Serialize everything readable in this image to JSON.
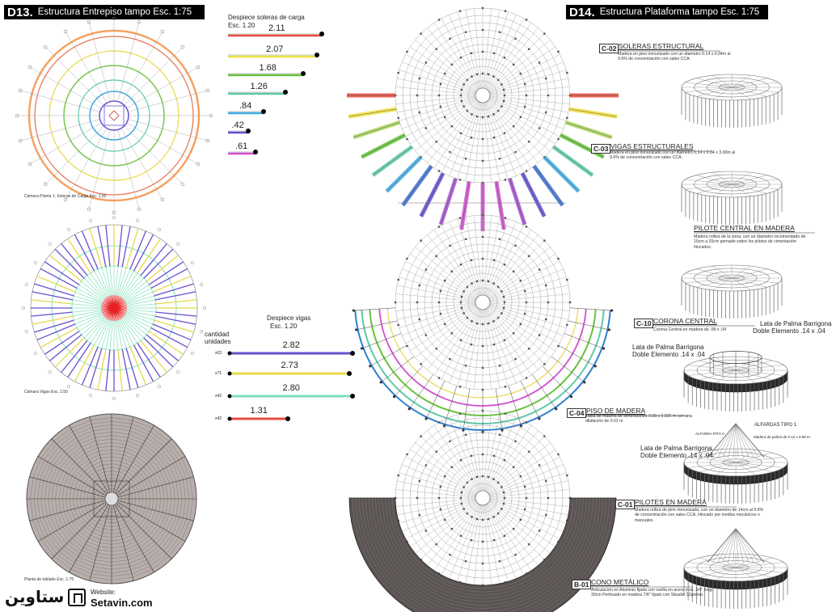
{
  "left_panel": {
    "code": "D13.",
    "title": "Estructura Entrepiso tampo Esc. 1:75",
    "tiny_labels": [
      "Cámara Planta 1: Soleras de Carga Esc. 1:50",
      "Cámara Vigas Esc. 1:50",
      "Planta de tablado Esc. 1:75"
    ],
    "soleras": {
      "heading": "Despiece soleras de carga",
      "scale": "Esc. 1.20",
      "values": [
        "2.11",
        "2.07",
        "1.68",
        "1.26",
        ".84",
        ".42",
        ".61"
      ],
      "colors": [
        "#e74c3c",
        "#f0e040",
        "#67c23a",
        "#5cc9a7",
        "#3fa9e0",
        "#5b4fcf",
        "#d04fcf"
      ]
    },
    "vigas": {
      "heading": "Despiece vigas",
      "scale": "Esc. 1.20",
      "units_label": "cantidad unidades",
      "items": [
        {
          "qty": "x63",
          "value": "2.82",
          "color": "#6a4fcf"
        },
        {
          "qty": "x71",
          "value": "2.73",
          "color": "#e8d84a"
        },
        {
          "qty": "x42",
          "value": "2.80",
          "color": "#7de0b8"
        },
        {
          "qty": "x42",
          "value": "1.31",
          "color": "#e74c3c"
        }
      ]
    }
  },
  "right_panel": {
    "code": "D14.",
    "title": "Estructura Plataforma tampo Esc. 1:75",
    "annotations": [
      {
        "code": "C-02",
        "heading": "SOLERAS ESTRUCTURAL",
        "body": "Madera en pino inmunizado con un diametro 0.14 x 0.04m al 9.6% de concentración con sales CCA."
      },
      {
        "code": "C-03",
        "heading": "VIGAS ESTRUCTURALES",
        "body": "Madera en pino inmunizado con un diametro 0.14 x 0.04 x 3.00m al 9.6% de concentración con sales CCA."
      },
      {
        "code": "",
        "heading": "PILOTE CENTRAL EN MADERA",
        "body": "Madera rolliza de la zona, con un diametro recomendado de 15cm a 20cm pernado sobre los pilotes de cimentación hincados."
      },
      {
        "code": "C-10",
        "heading": "CORONA CENTRAL",
        "body": "Corona Central en madera de .08 x .04"
      },
      {
        "code": "C-04",
        "heading": "PISO DE MADERA",
        "body": "Tabla de madera de dimensiones 0.08 x 0.025 m con una dilatación de 0.01 m"
      },
      {
        "code": "C-01",
        "heading": "PILOTES EN MADERA",
        "body": "Madera rolliza de pino inmunizada, con un diametro de 14cm al 9.6% de concentración con sales CCA. Hincado por medios mecánicos o manuales."
      },
      {
        "code": "B-01",
        "heading": "CONO METÁLICO",
        "body": "Articulación en Aluminio fijada con varilla en acero inox. 3/4\" long. 30cm Perforado en madera 7/8\" fijado con Sikador 32primer."
      }
    ],
    "lata_1": "Lata de Palma Barrigona",
    "lata_1b": "Doble Elemento .14 x .04",
    "lata_2": "Lata de Palma Barrigona",
    "lata_2b": "Doble Elemento .14 x .04",
    "lata_3": "Lata de Palma Barrigona",
    "lata_3b": "Doble Elemento .14 x .04",
    "alfardas": "ALFARDAS TIPO 1",
    "alfardas_small": "ALFARDA TIPO 0",
    "alfardas_note": "Madera de palma de 0.12 x 0.08 m."
  },
  "watermark": {
    "arabic": "ستاوین",
    "label": "Website:",
    "url": "Setavin.com"
  }
}
